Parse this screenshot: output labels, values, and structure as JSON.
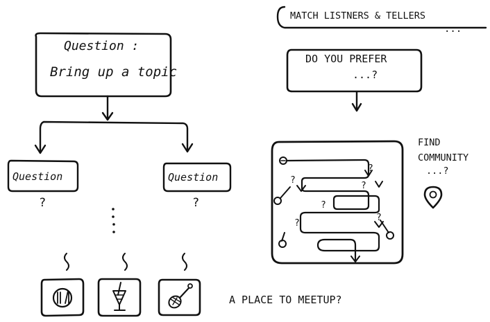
{
  "left_flow": {
    "top_box": {
      "line1": "Question :",
      "line2": "Bring up a topic"
    },
    "left_child": {
      "label": "Question",
      "mark": "?"
    },
    "right_child": {
      "label": "Question",
      "mark": "?"
    },
    "meetup_text": "A PLACE TO MEETUP?"
  },
  "right_flow": {
    "match_text": "MATCH LISTNERS & TELLERS",
    "match_ellipsis": "...",
    "prefer_line1": "DO YOU PREFER",
    "prefer_line2": "...?",
    "find_line1": "FIND",
    "find_line2": "COMMUNITY",
    "find_line3": "...?",
    "path_marks": [
      "?",
      "?",
      "?",
      "?",
      "?",
      "?"
    ]
  },
  "icons": {
    "restaurant": "restaurant-icon",
    "cocktail": "cocktail-icon",
    "tennis": "tennis-racket-icon",
    "location_pin": "location-pin-icon",
    "start_pin": "start-marker-icon"
  },
  "colors": {
    "ink": "#111111",
    "paper": "#ffffff"
  }
}
